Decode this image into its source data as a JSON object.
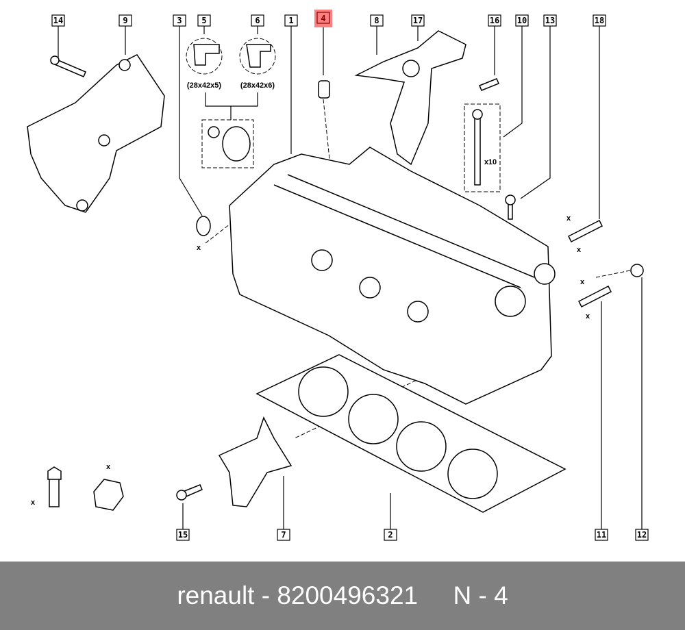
{
  "highlight_color": "#f98080",
  "callouts": {
    "c14": "14",
    "c9": "9",
    "c3": "3",
    "c5": "5",
    "c6": "6",
    "c1": "1",
    "c4": "4",
    "c8": "8",
    "c17": "17",
    "c16": "16",
    "c10": "10",
    "c13": "13",
    "c18": "18",
    "c15": "15",
    "c7": "7",
    "c2": "2",
    "c11": "11",
    "c12": "12"
  },
  "highlighted_callout": "4",
  "notes": {
    "seal5_size": "(28x42x5)",
    "seal6_size": "(28x42x6)",
    "bolt_qty": "x10",
    "dim_x": "x"
  },
  "footer": {
    "brand": "renault",
    "part_number": "8200496321",
    "position": "N - 4",
    "text": "renault - 8200496321     N - 4"
  }
}
